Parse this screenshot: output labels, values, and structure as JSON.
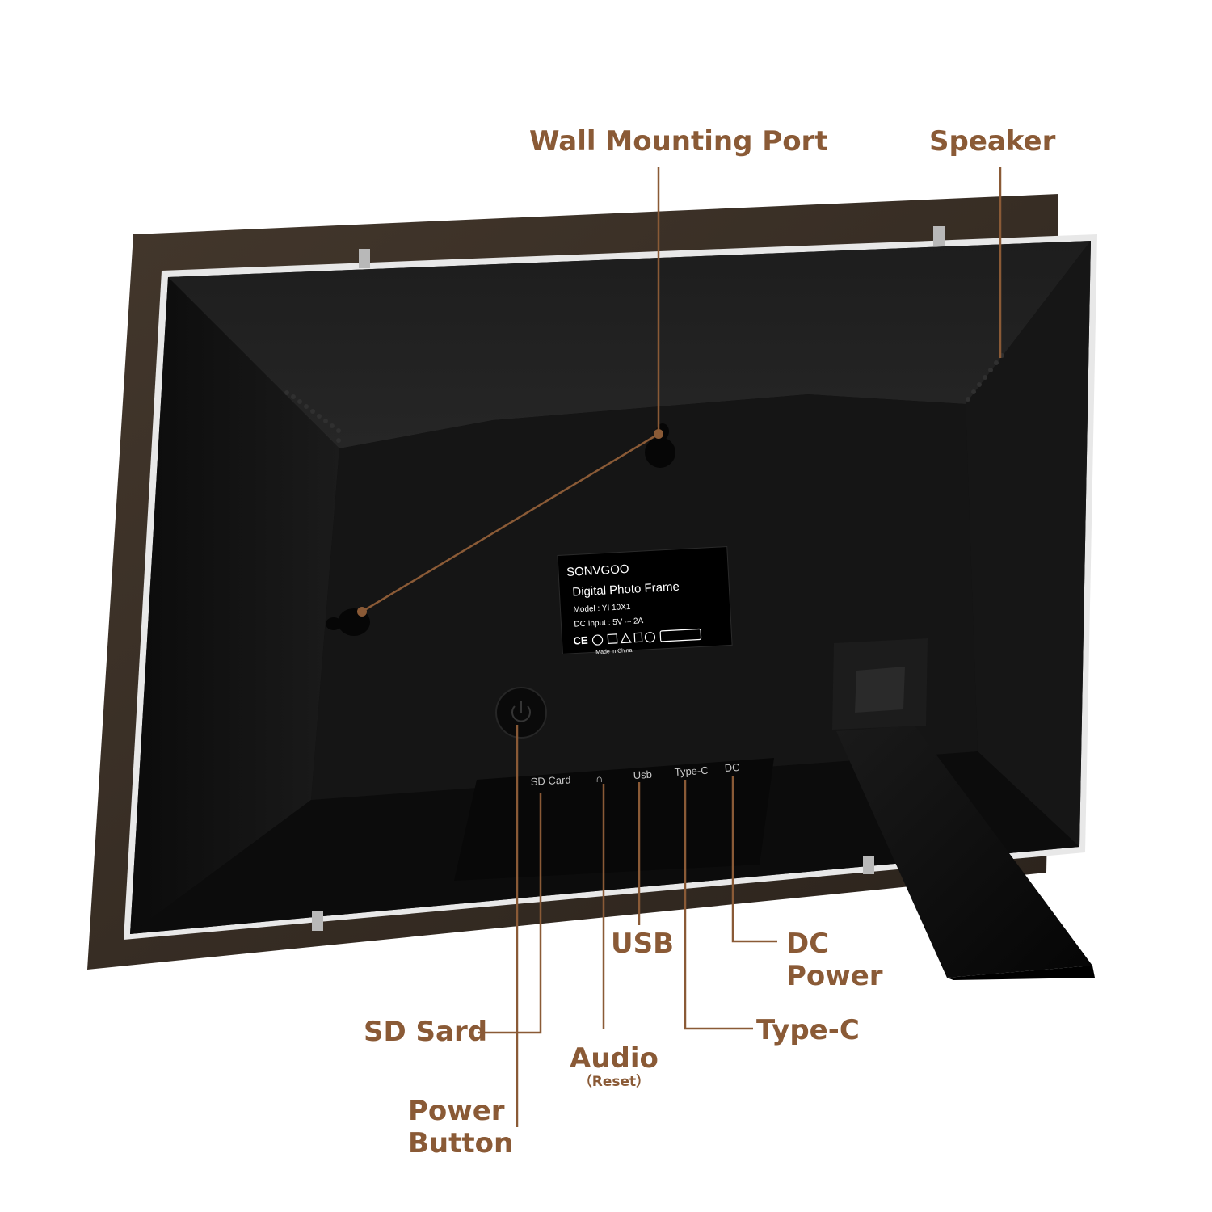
{
  "callouts": {
    "wall_mount": "Wall Mounting Port",
    "speaker": "Speaker",
    "usb": "USB",
    "dc_power": "DC Power",
    "sd_card": "SD Sard",
    "type_c": "Type-C",
    "audio": "Audio",
    "audio_sub": "（Reset）",
    "power_button": "Power Button"
  },
  "label_plate": {
    "brand": "SONVGOO",
    "product": "Digital Photo Frame",
    "model": "Model : YI   10X1",
    "dc_input": "DC Input : 5V ⎓ 2A",
    "certs": "CE",
    "origin": "Made in China"
  },
  "port_labels": {
    "sd_card": "SD Card",
    "usb": "Usb",
    "type_c": "Type-C",
    "dc": "DC"
  },
  "colors": {
    "callout_text": "#8a5a36",
    "leader_line": "#8a5a36",
    "frame_wood": "#3a3027",
    "frame_mat": "#e8e8e8",
    "back_panel": "#121212"
  }
}
